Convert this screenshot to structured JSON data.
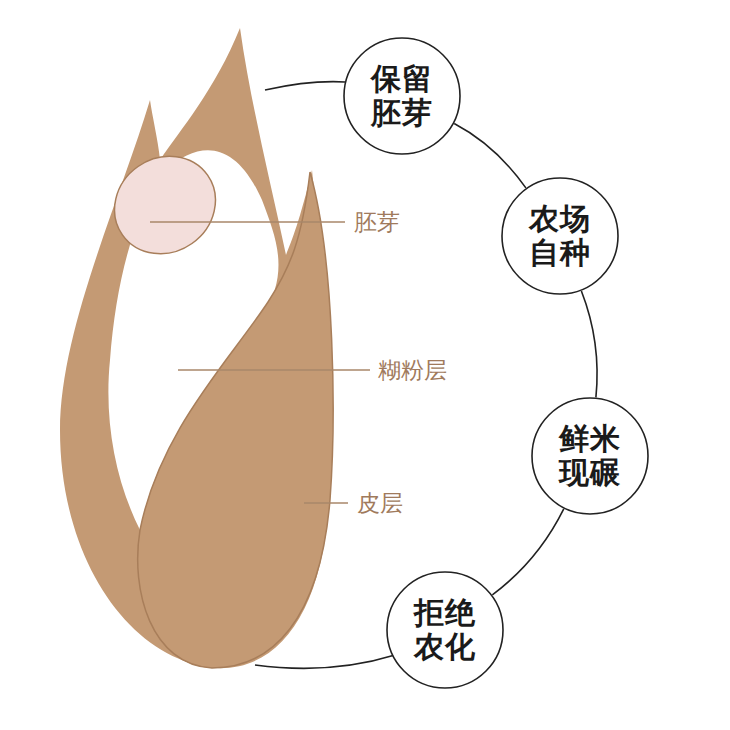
{
  "diagram": {
    "nodes": [
      {
        "text": [
          "保留胚芽"
        ]
      },
      {
        "text": [
          "农场自种"
        ]
      },
      {
        "text": [
          "鲜米现碾"
        ]
      },
      {
        "text": [
          "拒绝农化"
        ]
      }
    ],
    "edges": [
      {
        "from": 0,
        "to": 1,
        "arrow": "none"
      },
      {
        "from": 1,
        "to": 2,
        "arrow": "none"
      },
      {
        "from": 2,
        "to": 3,
        "arrow": "none"
      }
    ],
    "labels": [
      "胚芽",
      "糊粉层",
      "皮层"
    ]
  }
}
